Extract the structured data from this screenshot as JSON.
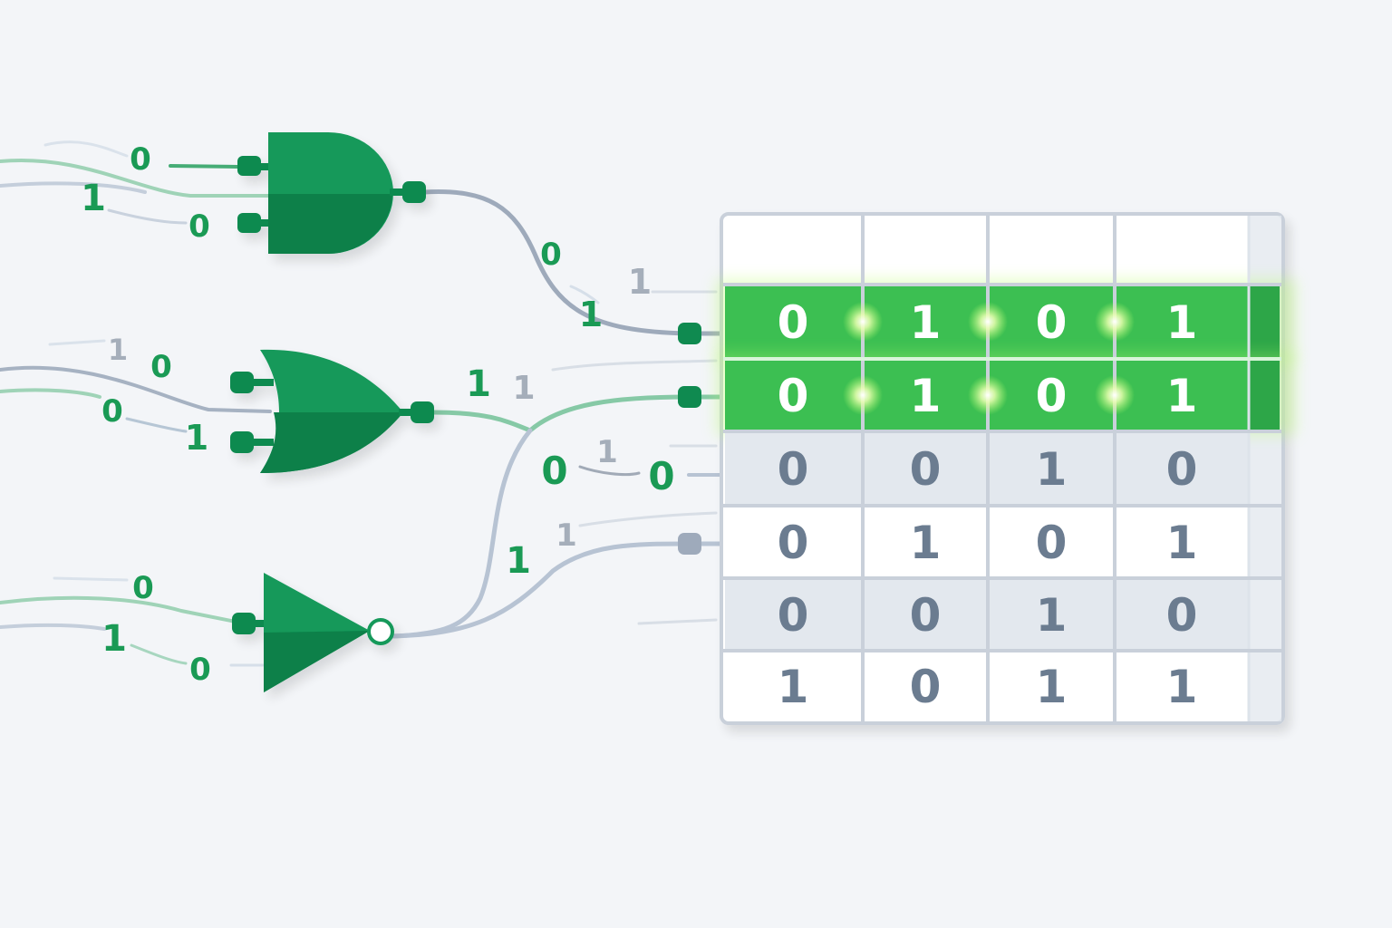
{
  "colors": {
    "background": "#f3f5f8",
    "gate_green": "#12995a",
    "gate_green_dark": "#0b8048",
    "wire_gray": "#9eaabb",
    "wire_green": "#86c9a6",
    "highlight_green": "#3cbf52",
    "highlight_edge": "#2da648",
    "table_border": "#c9d0da",
    "cell_text_gray": "#6b7c90",
    "cell_text_white": "#ffffff",
    "bit_green": "#1a9a55",
    "bit_gray": "#8c97a6"
  },
  "gates": [
    {
      "name": "and-gate",
      "type": "AND"
    },
    {
      "name": "or-gate",
      "type": "OR"
    },
    {
      "name": "not-gate",
      "type": "NOT"
    }
  ],
  "floating_bits": [
    {
      "text": "0",
      "tone": "green"
    },
    {
      "text": "1",
      "tone": "green"
    },
    {
      "text": "0",
      "tone": "green"
    },
    {
      "text": "0",
      "tone": "green"
    },
    {
      "text": "1",
      "tone": "gray"
    },
    {
      "text": "1",
      "tone": "green"
    },
    {
      "text": "1",
      "tone": "gray"
    },
    {
      "text": "0",
      "tone": "green"
    },
    {
      "text": "0",
      "tone": "green"
    },
    {
      "text": "1",
      "tone": "green"
    },
    {
      "text": "1",
      "tone": "green"
    },
    {
      "text": "1",
      "tone": "gray"
    },
    {
      "text": "0",
      "tone": "green"
    },
    {
      "text": "1",
      "tone": "gray"
    },
    {
      "text": "0",
      "tone": "green"
    },
    {
      "text": "1",
      "tone": "gray"
    },
    {
      "text": "1",
      "tone": "green"
    },
    {
      "text": "0",
      "tone": "green"
    },
    {
      "text": "1",
      "tone": "green"
    },
    {
      "text": "0",
      "tone": "green"
    }
  ],
  "truth_table": {
    "header": [
      "",
      "",
      "",
      ""
    ],
    "rows": [
      {
        "cells": [
          "0",
          "1",
          "0",
          "1"
        ],
        "highlighted": true
      },
      {
        "cells": [
          "0",
          "1",
          "0",
          "1"
        ],
        "highlighted": true
      },
      {
        "cells": [
          "0",
          "0",
          "1",
          "0"
        ],
        "highlighted": false
      },
      {
        "cells": [
          "0",
          "1",
          "0",
          "1"
        ],
        "highlighted": false
      },
      {
        "cells": [
          "0",
          "0",
          "1",
          "0"
        ],
        "highlighted": false
      },
      {
        "cells": [
          "1",
          "0",
          "1",
          "1"
        ],
        "highlighted": false
      }
    ]
  }
}
